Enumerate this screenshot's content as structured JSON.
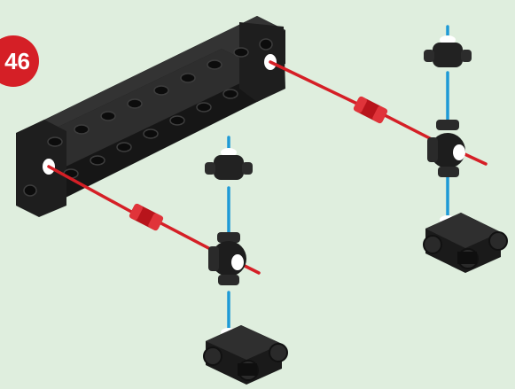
{
  "step": {
    "number": "46"
  },
  "colors": {
    "background": "#dfeede",
    "badge": "#d51f26",
    "part_dark": "#1f1f1f",
    "axle_red": "#d51f26",
    "guide_blue": "#1e9ad6"
  },
  "parts": {
    "frame": "long-black-beam-frame",
    "axles": "red-axle-icon",
    "connectors": "red-bushing-icon",
    "hubs": "black-hub-connector-icon",
    "wheels": "black-wheel-block-icon",
    "guides": "blue-assembly-guide-lines"
  }
}
